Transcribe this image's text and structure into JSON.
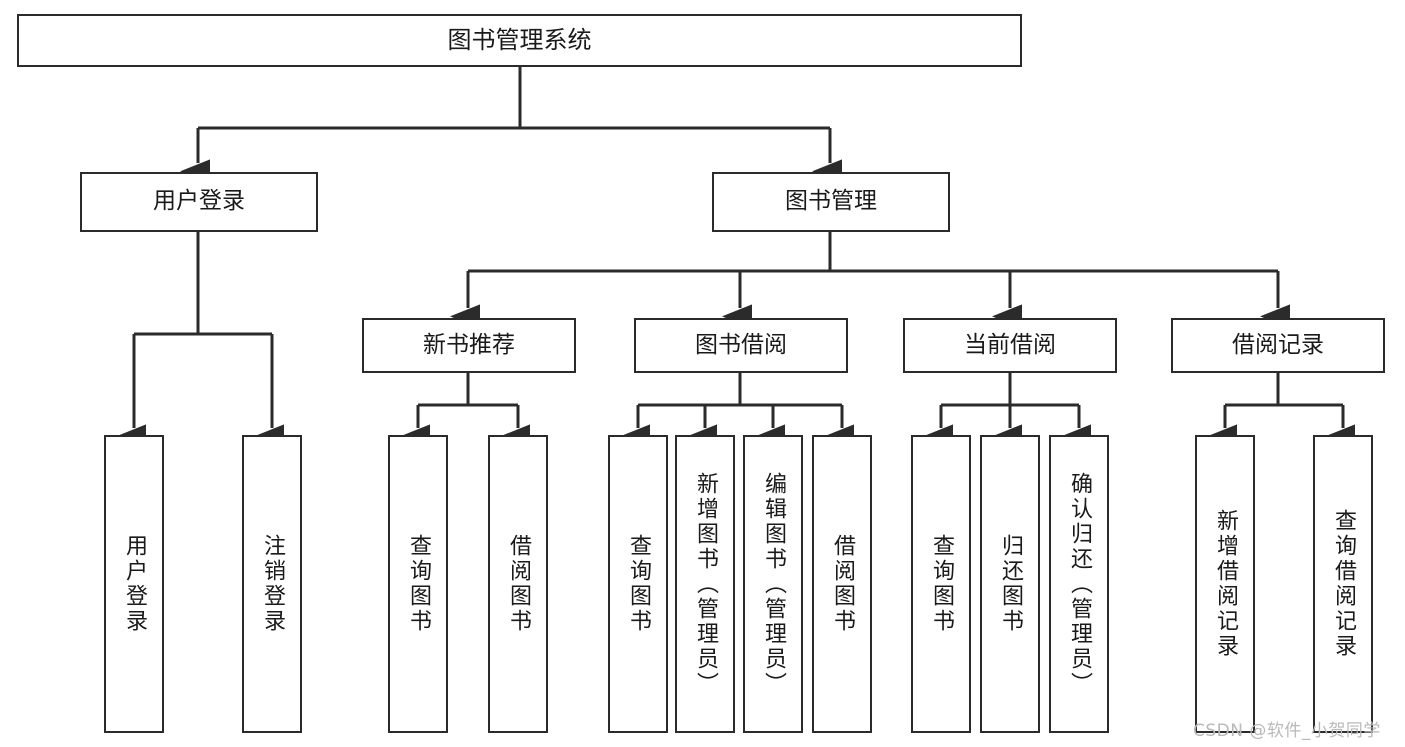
{
  "diagram": {
    "title": "图书管理系统",
    "type": "功能结构图",
    "root": {
      "label": "图书管理系统"
    },
    "level2": [
      {
        "label": "用户登录"
      },
      {
        "label": "图书管理"
      }
    ],
    "level3": [
      {
        "label": "新书推荐"
      },
      {
        "label": "图书借阅"
      },
      {
        "label": "当前借阅"
      },
      {
        "label": "借阅记录"
      }
    ],
    "leaves": {
      "user_login": [
        {
          "label": "用户登录"
        },
        {
          "label": "注销登录"
        }
      ],
      "new_book_recommend": [
        {
          "label": "查询图书"
        },
        {
          "label": "借阅图书"
        }
      ],
      "book_borrow": [
        {
          "label": "查询图书"
        },
        {
          "label": "新增图书（管理员）"
        },
        {
          "label": "编辑图书（管理员）"
        },
        {
          "label": "借阅图书"
        }
      ],
      "current_borrow": [
        {
          "label": "查询图书"
        },
        {
          "label": "归还图书"
        },
        {
          "label": "确认归还（管理员）"
        }
      ],
      "borrow_record": [
        {
          "label": "新增借阅记录"
        },
        {
          "label": "查询借阅记录"
        }
      ]
    }
  },
  "watermark": {
    "text": "CSDN @软件_小贺同学"
  },
  "colors": {
    "border": "#2b2b2b",
    "background": "#ffffff",
    "text": "#1a1a1a",
    "watermark": "#b9b9b9"
  }
}
